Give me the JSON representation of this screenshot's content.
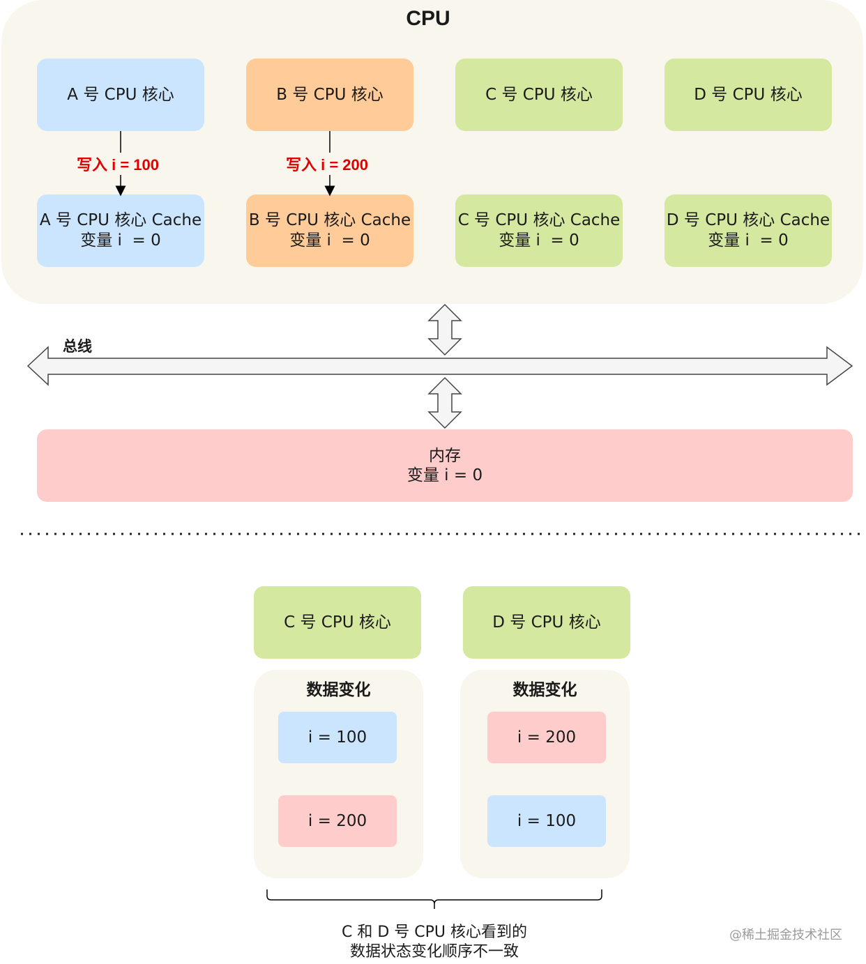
{
  "cpu": {
    "title": "CPU",
    "cores": [
      {
        "core_label": "A 号 CPU 核心",
        "cache_label": "A 号 CPU 核心 Cache",
        "cache_value": "变量 i  = 0",
        "write_label": "写入 i = 100",
        "color": "#cce5ff"
      },
      {
        "core_label": "B 号 CPU 核心",
        "cache_label": "B 号 CPU 核心 Cache",
        "cache_value": "变量 i  = 0",
        "write_label": "写入 i = 200",
        "color": "#ffcc99"
      },
      {
        "core_label": "C 号 CPU 核心",
        "cache_label": "C 号 CPU 核心 Cache",
        "cache_value": "变量 i  = 0",
        "color": "#d5e8a0"
      },
      {
        "core_label": "D 号 CPU 核心",
        "cache_label": "D 号 CPU 核心 Cache",
        "cache_value": "变量 i  = 0",
        "color": "#d5e8a0"
      }
    ]
  },
  "bus": {
    "label": "总线"
  },
  "memory": {
    "title": "内存",
    "value": "变量 i = 0",
    "color": "#ffcccc"
  },
  "observers": [
    {
      "core_label": "C 号 CPU 核心",
      "panel_title": "数据变化",
      "changes": [
        "i = 100",
        "i = 200"
      ]
    },
    {
      "core_label": "D 号 CPU 核心",
      "panel_title": "数据变化",
      "changes": [
        "i = 200",
        "i = 100"
      ]
    }
  ],
  "conclusion": {
    "line1": "C 和 D 号 CPU 核心看到的",
    "line2": "数据状态变化顺序不一致"
  },
  "watermark": "@稀土掘金技术社区"
}
